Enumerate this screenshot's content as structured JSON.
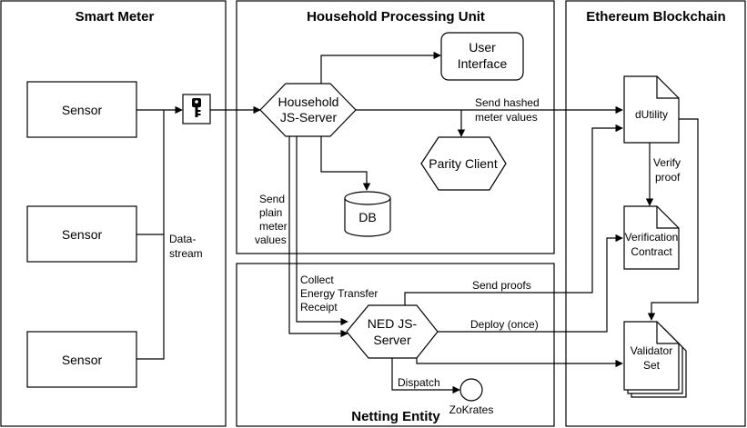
{
  "panels": {
    "smart_meter": "Smart Meter",
    "household_unit": "Household Processing Unit",
    "ethereum": "Ethereum Blockchain",
    "netting_entity": "Netting Entity"
  },
  "nodes": {
    "sensor_1": "Sensor",
    "sensor_2": "Sensor",
    "sensor_3": "Sensor",
    "key_icon": "key-icon",
    "household_server": [
      "Household",
      "JS-Server"
    ],
    "user_interface": [
      "User",
      "Interface"
    ],
    "parity_client": "Parity Client",
    "db": "DB",
    "dutility": "dUtility",
    "verification_contract": [
      "Verification",
      "Contract"
    ],
    "validator_set": [
      "Validator",
      "Set"
    ],
    "ned_server": [
      "NED JS-",
      "Server"
    ],
    "zokrates": "ZoKrates"
  },
  "edges": {
    "data_stream": [
      "Data-",
      "stream"
    ],
    "send_hashed": [
      "Send hashed",
      "meter values"
    ],
    "send_plain": [
      "Send",
      "plain",
      "meter",
      "values"
    ],
    "verify_proof": [
      "Verify",
      "proof"
    ],
    "collect_receipt": [
      "Collect",
      "Energy Transfer",
      "Receipt"
    ],
    "send_proofs": "Send proofs",
    "deploy_once": "Deploy (once)",
    "dispatch": "Dispatch"
  }
}
